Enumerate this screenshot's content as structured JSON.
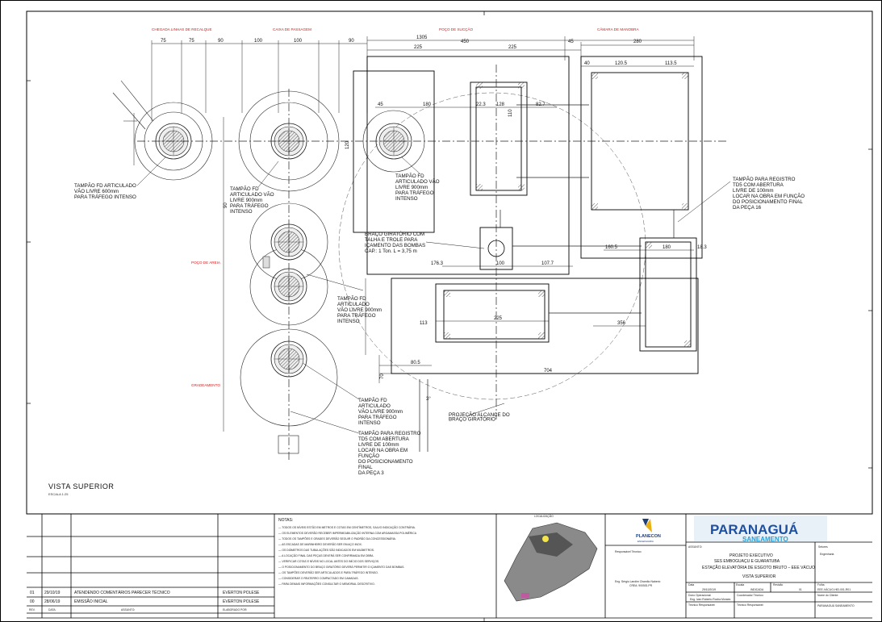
{
  "sections": {
    "chegada": "CHEGADA LINHAS DE RECALQUE",
    "caixa": "CAIXA DE PASSAGEM",
    "poco_succao": "POÇO DE SUCÇÃO",
    "camara": "CÂMARA DE MANOBRA",
    "poco_areia": "POÇO DE AREIA",
    "gradeamento": "GRADEAMENTO"
  },
  "dims": {
    "d75a": "75",
    "d75b": "75",
    "d90a": "90",
    "d100a": "100",
    "d100b": "100",
    "d90b": "90",
    "d1305": "1305",
    "d225a": "225",
    "d450": "450",
    "d225b": "225",
    "d45a": "45",
    "d280": "280",
    "d40": "40",
    "d1205": "120.5",
    "d1135": "113.5",
    "d45b": "45",
    "d180": "180",
    "d223": "22.3",
    "d128": "128",
    "d827": "82.7",
    "d1763": "176.3",
    "d100c": "100",
    "d1077": "107.7",
    "d1605": "160.5",
    "d180b": "180",
    "d183": "18.3",
    "d113": "113",
    "d225c": "225",
    "d356": "356",
    "d805": "80.5",
    "d704": "704",
    "d70": "70",
    "d120": "120",
    "d110": "110",
    "d90c": "90",
    "d3": "3°"
  },
  "labels": {
    "tampao1": [
      "TAMPÃO FD ARTICULADO",
      "VÃO LIVRE 600mm",
      "PARA TRÁFEGO INTENSO"
    ],
    "tampao2": [
      "TAMPÃO FD",
      "ARTICULADO VÃO",
      "LIVRE 900mm",
      "PARA TRÁFEGO",
      "INTENSO"
    ],
    "tampao3": [
      "TAMPÃO FD",
      "ARTICULADO VÃO",
      "LIVRE 900mm",
      "PARA TRÁFEGO",
      "INTENSO"
    ],
    "tampao4": [
      "TAMPÃO FD",
      "ARTICULADO",
      "VÃO LIVRE 900mm",
      "PARA TRÁFEGO",
      "INTENSO"
    ],
    "tampao5": [
      "TAMPÃO FD",
      "ARTICULADO",
      "VÃO LIVRE 900mm",
      "PARA TRÁFEGO",
      "INTENSO"
    ],
    "registro1": [
      "TAMPÃO PARA REGISTRO",
      "TD5 COM ABERTURA",
      "LIVRE DE 100mm",
      "LOCAR NA OBRA EM FUNÇÃO",
      "DO POSICIONAMENTO FINAL",
      "DA PEÇA 16"
    ],
    "registro2": [
      "TAMPÃO PARA REGISTRO",
      "TD5 COM ABERTURA",
      "LIVRE DE 100mm",
      "LOCAR NA OBRA EM",
      "FUNÇÃO",
      "DO POSICIONAMENTO",
      "FINAL",
      "DA PEÇA 3"
    ],
    "braco": [
      "BRAÇO GIRATÓRIO COM",
      "TALHA E TROLE PARA",
      "IÇAMENTO DAS BOMBAS",
      "CAP.: 1 Ton. L = 3,75 m"
    ],
    "projecao": [
      "PROJEÇÃO ALCANCE DO",
      "BRAÇO GIRATÓRIO"
    ],
    "vista": "VISTA SUPERIOR",
    "escala": "ESCALA 1:25"
  },
  "title_block": {
    "notas_title": "NOTAS:",
    "notas": [
      "— TODOS OS NÍVEIS ESTÃO EM METROS E COTAS EM CENTÍMETROS, SALVO INDICAÇÃO CONTRÁRIA.",
      "— OS ELEMENTOS DEVERÃO RECEBER IMPERMEABILIZAÇÃO INTERNA COM ARGAMASSA POLIMÉRICA",
      "— TODOS OS TAMPÕES E GRADES DEVERÃO SEGUIR O PADRÃO DA CONCESSIONÁRIA.",
      "— AS ESCADAS DE MARINHEIRO DEVERÃO SER EM AÇO INOX.",
      "— OS DIÂMETROS DAS TUBULAÇÕES SÃO INDICADOS EM MILÍMETROS.",
      "— A LOCAÇÃO FINAL DAS PEÇAS DEVERÁ SER CONFIRMADA EM OBRA.",
      "— VERIFICAR COTAS E NÍVEIS NO LOCAL ANTES DO INÍCIO DOS SERVIÇOS.",
      "— O POSICIONAMENTO DO BRAÇO GIRATÓRIO DEVERÁ PERMITIR O IÇAMENTO DAS BOMBAS.",
      "— OS TAMPÕES DEVERÃO SER ARTICULADOS E PARA TRÁFEGO INTENSO.",
      "— CONSIDERAR O REATERRO COMPACTADO EM CAMADAS.",
      "— PARA DEMAIS INFORMAÇÕES CONSULTAR O MEMORIAL DESCRITIVO."
    ],
    "localizacao": "LOCALIZAÇÃO",
    "logo1": "PLANECON",
    "logo1_sub": "ENGENHARIA",
    "logo2": "PARANAGUÁ",
    "logo2_sub": "SANEAMENTO",
    "resp_tecnico": "Responsável Técnico:",
    "resp_nome": "Eng. Sérgio Landim Chamão Naberio",
    "resp_crea": "CREA: 9005/D-PR",
    "assunto": "ASSUNTO:",
    "projeto1": "PROJETO EXECUTIVO",
    "projeto2": "SES EMBOGUAÇU E GUARATUBA",
    "projeto3": "ESTAÇÃO ELEVATÓRIA DE ESGOTO BRUTO – EEE VÁCUO",
    "projeto4": "VISTA SUPERIOR",
    "setores_lbl": "Setores",
    "setores": "Engenharia",
    "data_lbl": "Data",
    "data": "29/10/2019",
    "escala_lbl": "Escala",
    "escala": "INDICADA",
    "revisao_lbl": "Revisão",
    "revisao": "01",
    "folha_lbl": "Folha",
    "folha": "EEE-VÁCUO-HID-001-R01",
    "dono_lbl": "Dono Operacional:",
    "dono": "Eng. Ivan Roberto Rocha Moraes",
    "coord_lbl": "Coordenador Técnico:",
    "nome_cliente_lbl": "Nome do Cliente:",
    "nome_cliente": "PARANAGUÁ SANEAMENTO",
    "tecnico_resp": "Técnico Responsável:",
    "tecnico_resp2": "Técnico Responsável:",
    "revs": [
      {
        "rev": "01",
        "data": "29/10/19",
        "assunto": "ATENDENDO COMENTÁRIOS PARECER TÉCNICO",
        "elab": "EVERTON POLESE"
      },
      {
        "rev": "00",
        "data": "28/06/19",
        "assunto": "EMISSÃO INICIAL",
        "elab": "EVERTON POLESE"
      }
    ],
    "rev_h": "REV.",
    "data_h": "DATA:",
    "assunto_h": "ASSUNTO:",
    "elab_h": "ELABORADO POR:"
  }
}
